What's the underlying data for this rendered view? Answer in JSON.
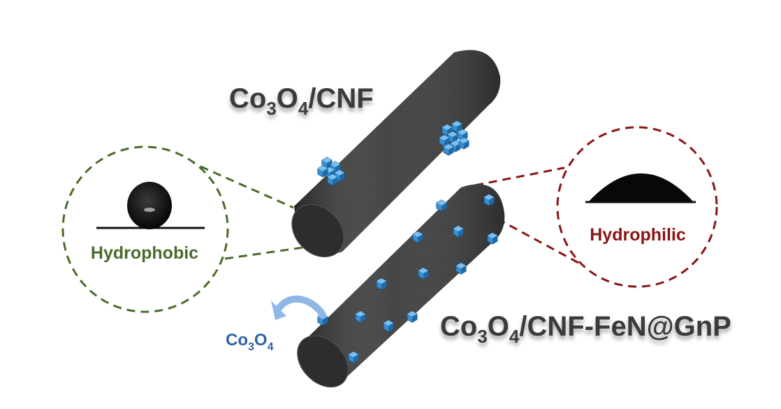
{
  "labels": {
    "top_rod": {
      "p1": "Co",
      "s1": "3",
      "p2": "O",
      "s2": "4",
      "p3": "/CNF"
    },
    "bottom_rod": {
      "p1": "Co",
      "s1": "3",
      "p2": "O",
      "s2": "4",
      "p3": "/CNF-FeN@GnP"
    },
    "particle": {
      "p1": "Co",
      "s1": "3",
      "p2": "O",
      "s2": "4"
    },
    "hydrophobic": "Hydrophobic",
    "hydrophilic": "Hydrophilic"
  },
  "colors": {
    "hydrophobic": "#4a6b2a",
    "hydrophilic": "#8b1414",
    "cobalt_oxide": "#2f77b5",
    "rod": "#3a3a3a",
    "label_dark": "#3b3b3b"
  }
}
